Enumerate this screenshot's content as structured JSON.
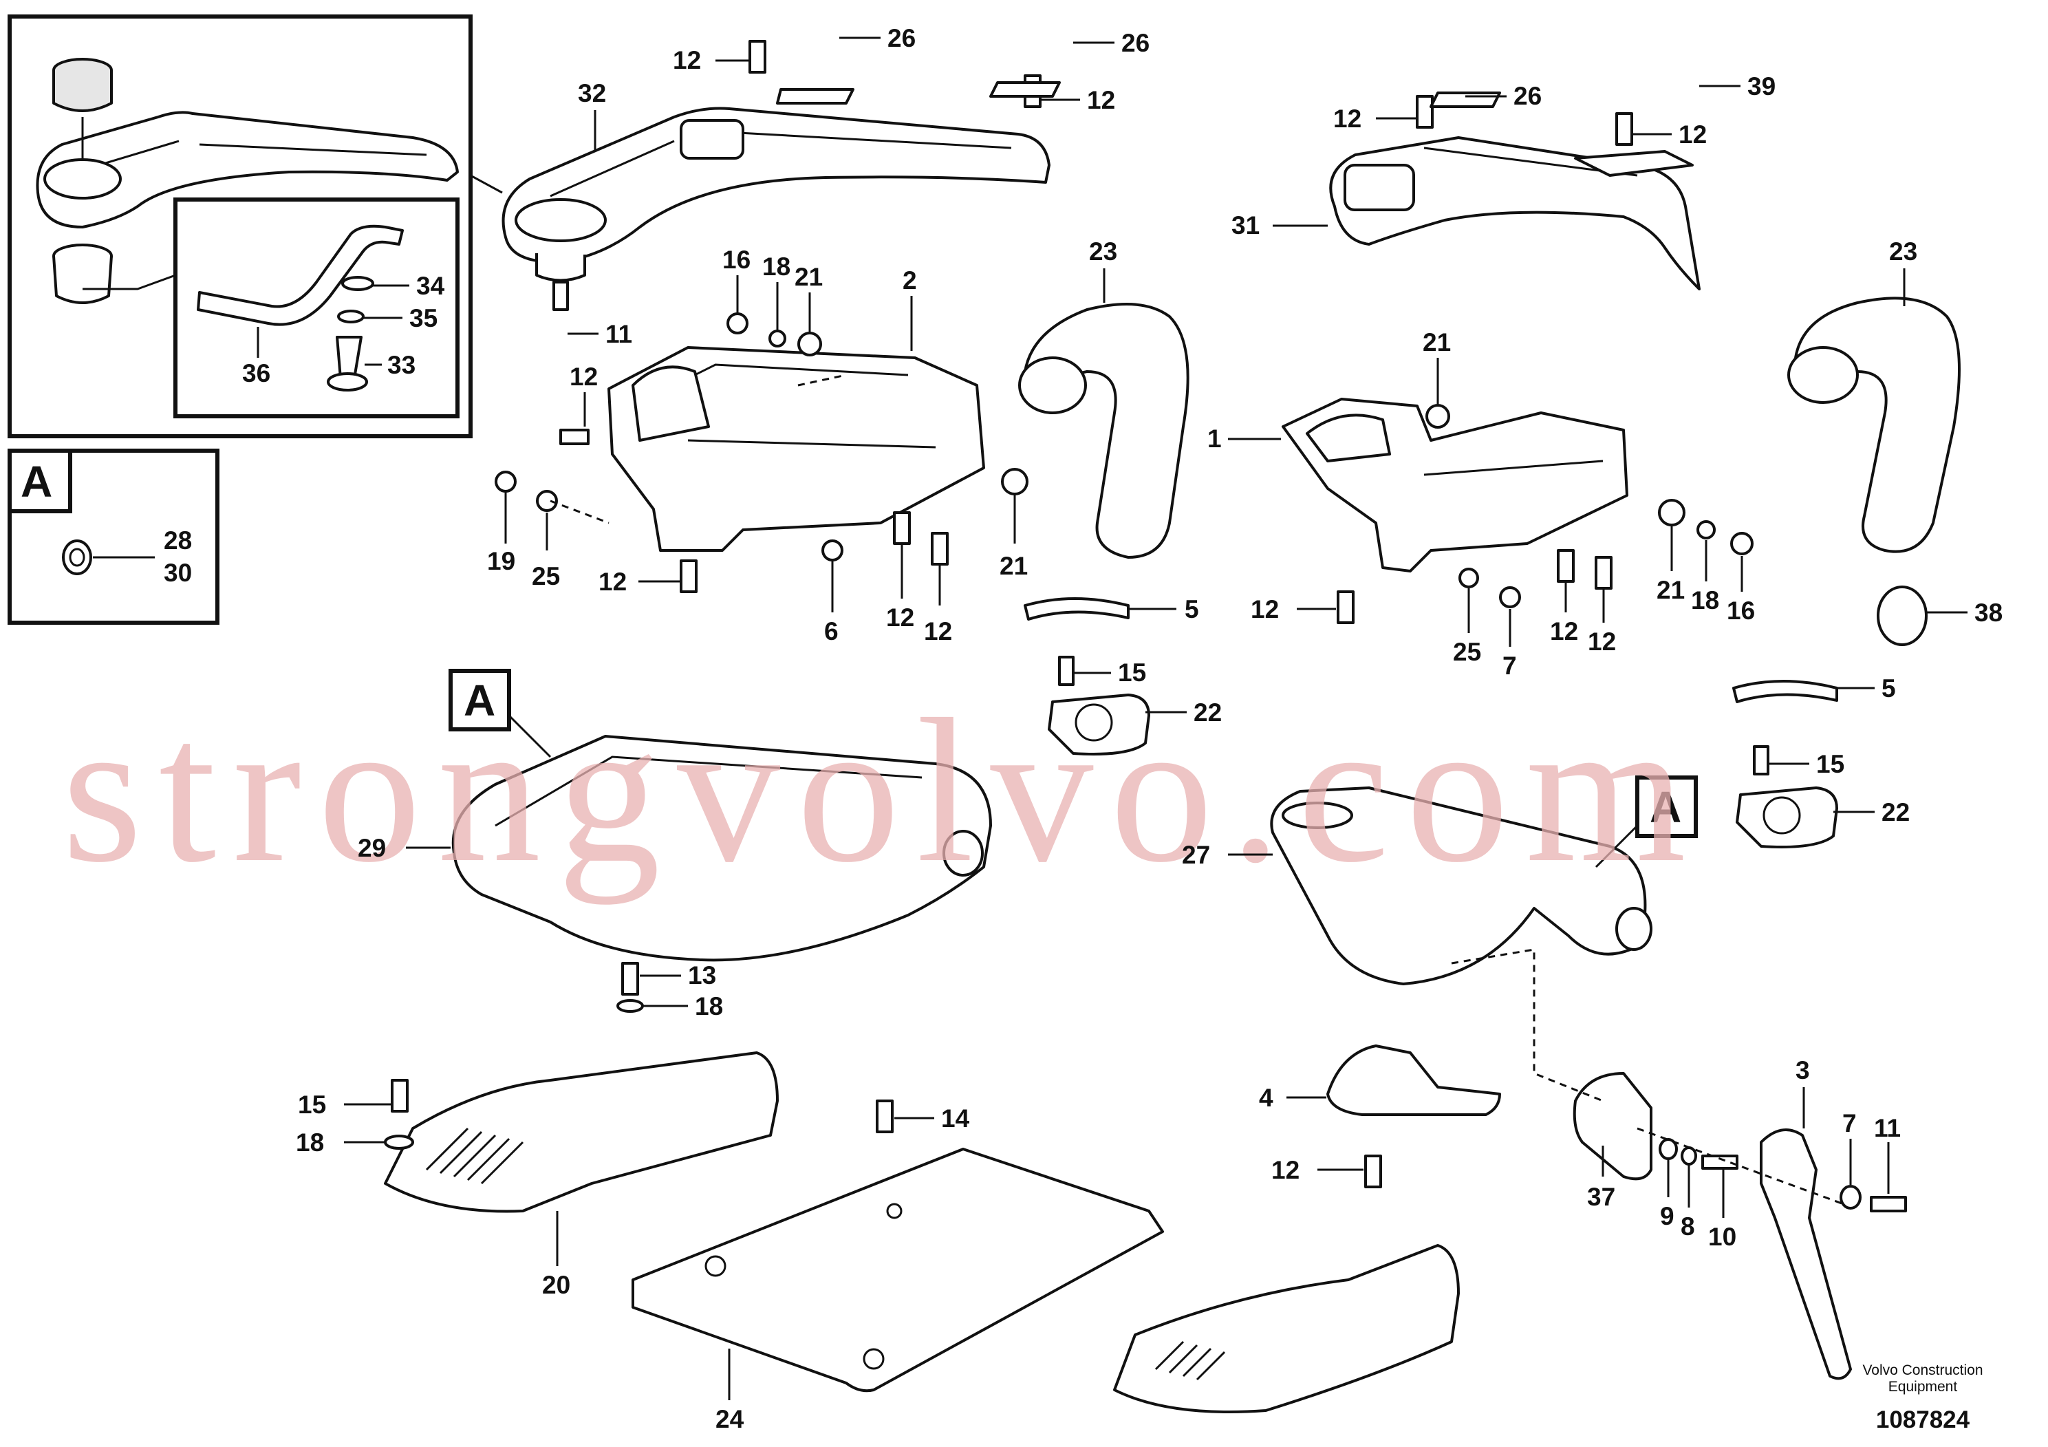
{
  "watermark": "strongvolvo.com",
  "caption": {
    "company_line1": "Volvo Construction",
    "company_line2": "Equipment",
    "document_number": "1087824"
  },
  "detail_letter": "A",
  "detail_a_labels": [
    "28",
    "30"
  ],
  "callouts": {
    "top_left": [
      "26",
      "26",
      "12",
      "12",
      "32",
      "11",
      "16",
      "18",
      "21",
      "2",
      "23",
      "12",
      "19",
      "25",
      "12",
      "6",
      "12",
      "12",
      "21",
      "5",
      "15",
      "22"
    ],
    "inset": [
      "34",
      "35",
      "36",
      "33"
    ],
    "top_right": [
      "39",
      "26",
      "12",
      "12",
      "31",
      "23",
      "21",
      "1",
      "12",
      "25",
      "7",
      "12",
      "12",
      "21",
      "18",
      "16",
      "38",
      "5",
      "15",
      "22"
    ],
    "middle": [
      "29",
      "27",
      "13",
      "18",
      "15",
      "18",
      "20",
      "14",
      "24",
      "4",
      "12",
      "37",
      "9",
      "8",
      "10",
      "3",
      "7",
      "11"
    ]
  }
}
